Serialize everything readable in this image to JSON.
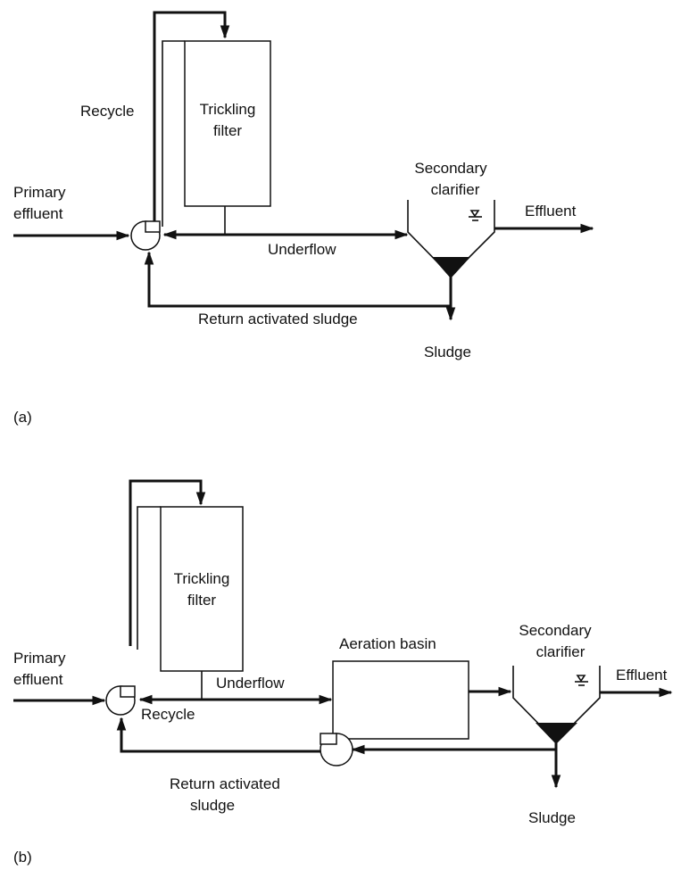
{
  "panel_a": {
    "label": "(a)",
    "recycle": "Recycle",
    "trickling_filter_line1": "Trickling",
    "trickling_filter_line2": "filter",
    "primary_line1": "Primary",
    "primary_line2": "effluent",
    "clarifier_line1": "Secondary",
    "clarifier_line2": "clarifier",
    "effluent": "Effluent",
    "underflow": "Underflow",
    "return_sludge": "Return activated sludge",
    "sludge": "Sludge"
  },
  "panel_b": {
    "label": "(b)",
    "trickling_filter_line1": "Trickling",
    "trickling_filter_line2": "filter",
    "aeration_basin": "Aeration basin",
    "clarifier_line1": "Secondary",
    "clarifier_line2": "clarifier",
    "primary_line1": "Primary",
    "primary_line2": "effluent",
    "underflow": "Underflow",
    "effluent": "Effluent",
    "recycle": "Recycle",
    "return_line1": "Return activated",
    "return_line2": "sludge",
    "sludge": "Sludge"
  }
}
